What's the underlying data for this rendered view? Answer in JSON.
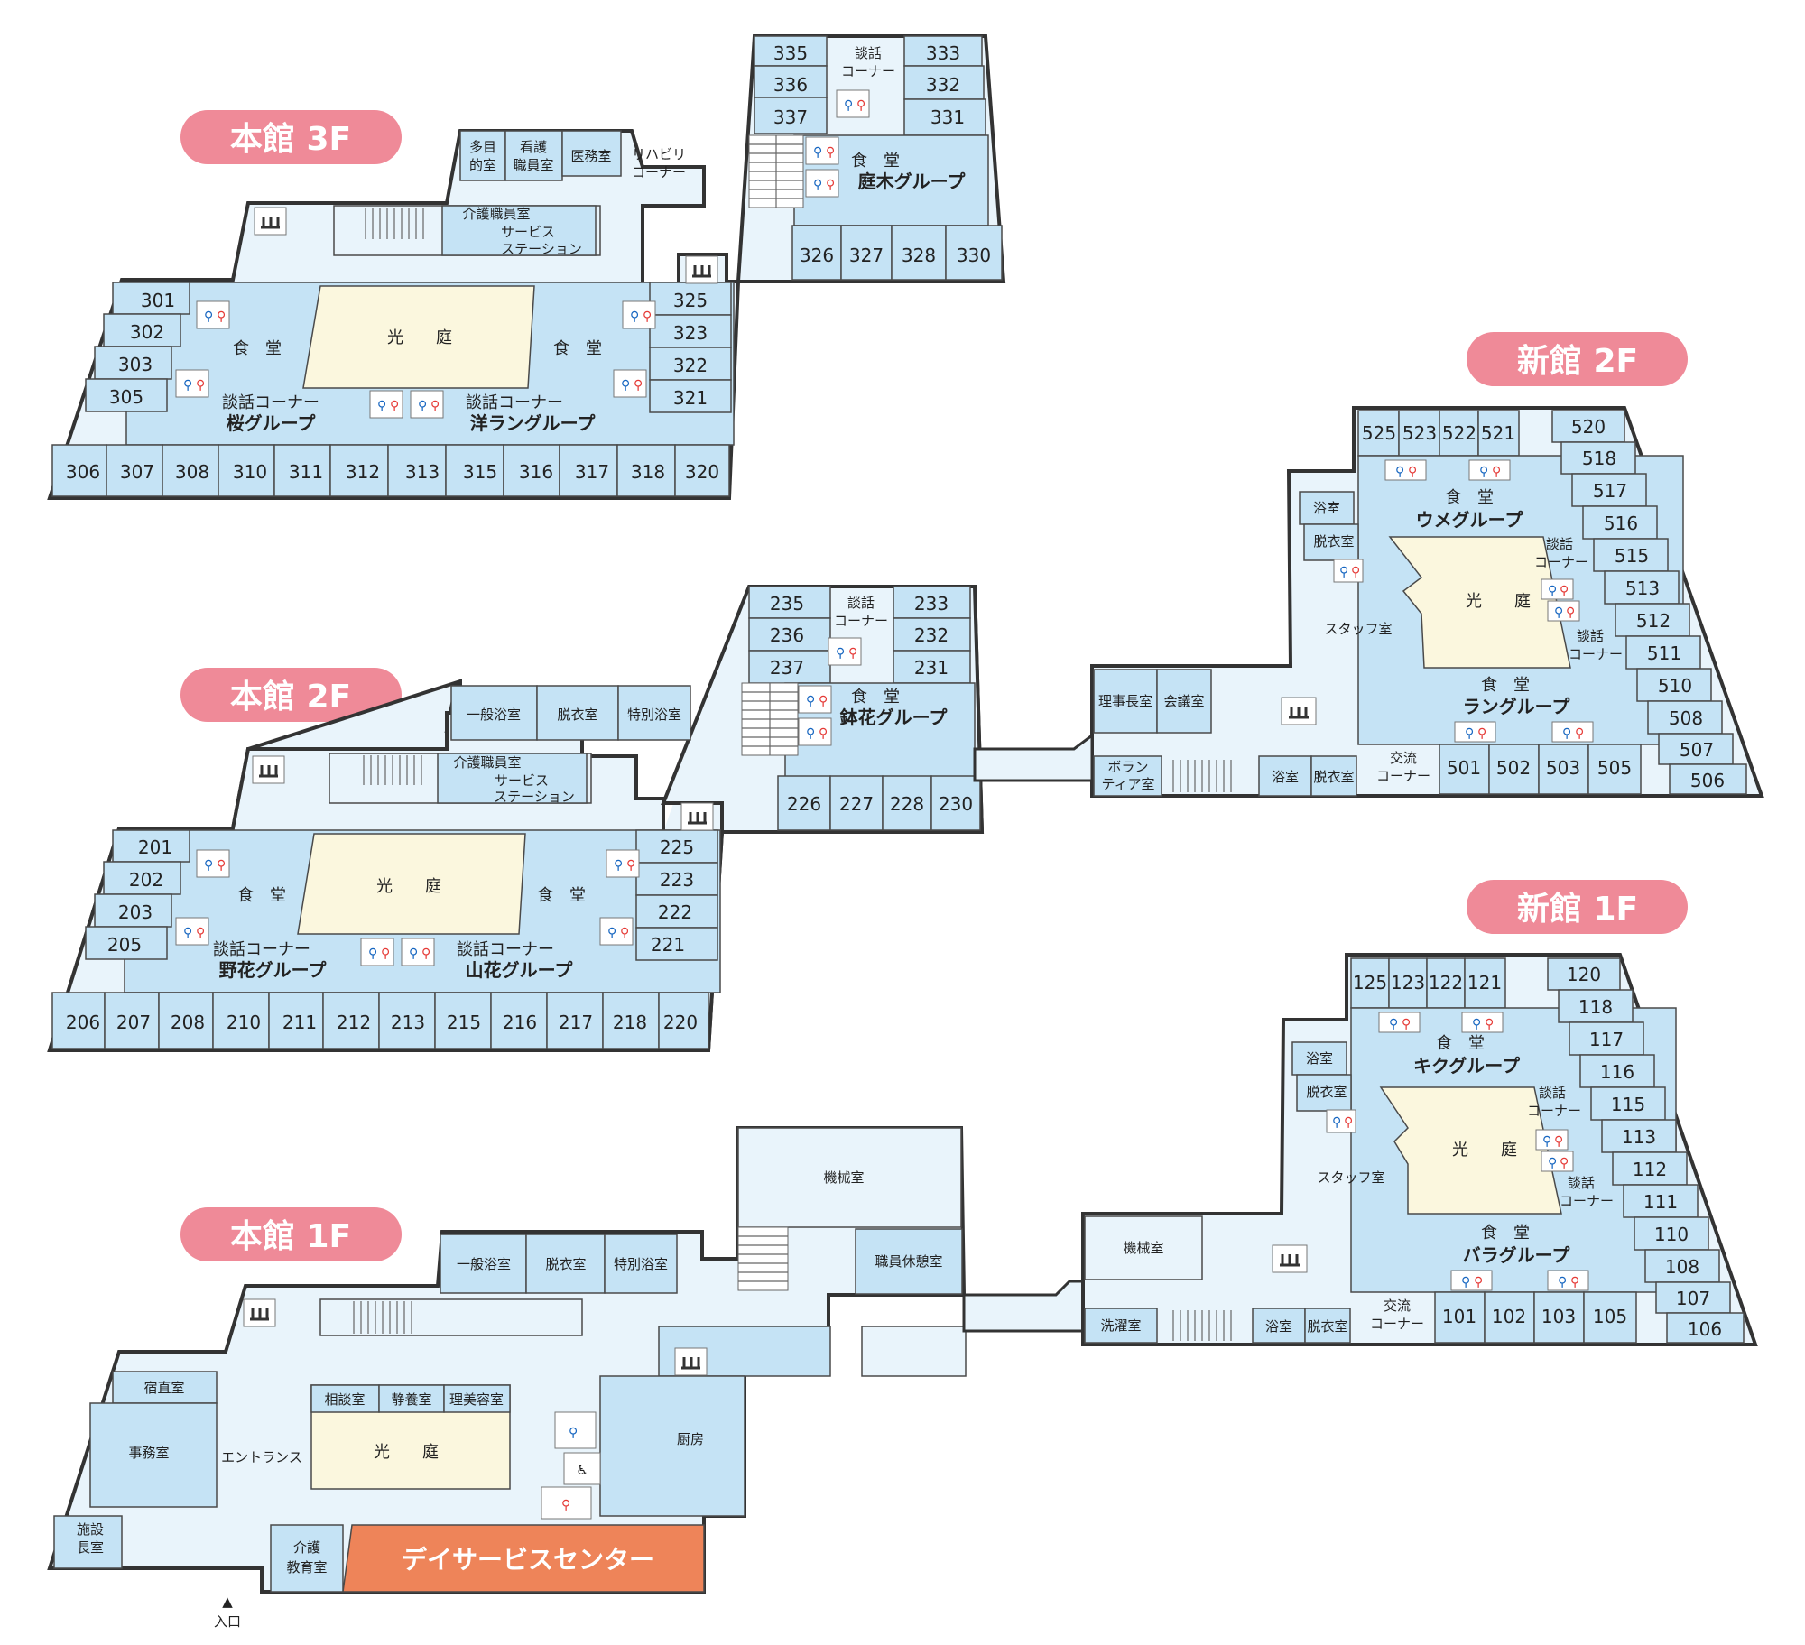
{
  "floors": {
    "honkan3f": "本館 3F",
    "honkan2f": "本館 2F",
    "honkan1f": "本館 1F",
    "shinkan2f": "新館 2F",
    "shinkan1f": "新館 1F"
  },
  "common": {
    "courtyard": "光　　庭",
    "dining": "食　堂",
    "talk_corner": "談話コーナー",
    "talk": "談話",
    "corner": "コーナー",
    "care_staff": "介護職員室",
    "service": "サービス",
    "station": "ステーション",
    "bath": "浴室",
    "dressing": "脱衣室",
    "staff_room": "スタッフ室",
    "exchange": "交流",
    "machine": "機械室",
    "general_bath": "一般浴室",
    "special_bath": "特別浴室",
    "male_icon": "⚲",
    "female_icon": "⚲"
  },
  "honkan3f": {
    "multi_1": "多目",
    "multi_2": "的室",
    "nurse_1": "看護",
    "nurse_2": "職員室",
    "medical": "医務室",
    "rehab_1": "リハビリ",
    "rehab_2": "コーナー",
    "group_left": "桜グループ",
    "group_right": "洋ラングループ",
    "group_top": "庭木グループ",
    "left_rooms": [
      "301",
      "302",
      "303",
      "305"
    ],
    "bottom_rooms": [
      "306",
      "307",
      "308",
      "310",
      "311",
      "312",
      "313",
      "315",
      "316",
      "317",
      "318",
      "320"
    ],
    "right_rooms": [
      "325",
      "323",
      "322",
      "321"
    ],
    "wing_left": [
      "335",
      "336",
      "337"
    ],
    "wing_right": [
      "333",
      "332",
      "331"
    ],
    "wing_bottom": [
      "326",
      "327",
      "328",
      "330"
    ]
  },
  "honkan2f": {
    "group_left": "野花グループ",
    "group_right": "山花グループ",
    "group_top": "鉢花グループ",
    "left_rooms": [
      "201",
      "202",
      "203",
      "205"
    ],
    "bottom_rooms": [
      "206",
      "207",
      "208",
      "210",
      "211",
      "212",
      "213",
      "215",
      "216",
      "217",
      "218",
      "220"
    ],
    "right_rooms": [
      "225",
      "223",
      "222",
      "221"
    ],
    "wing_left": [
      "235",
      "236",
      "237"
    ],
    "wing_right": [
      "233",
      "232",
      "231"
    ],
    "wing_bottom": [
      "226",
      "227",
      "228",
      "230"
    ]
  },
  "honkan1f": {
    "night": "宿直室",
    "office": "事務室",
    "director_1": "施設",
    "director_2": "長室",
    "entrance": "エントランス",
    "entry": "入口",
    "consult": "相談室",
    "rest": "静養室",
    "barber": "理美容室",
    "kitchen": "厨房",
    "edu_1": "介護",
    "edu_2": "教育室",
    "day_service": "デイサービスセンター",
    "staff_rest": "職員休憩室"
  },
  "shinkan2f": {
    "group_top": "ウメグループ",
    "group_bottom": "ラングループ",
    "director": "理事長室",
    "meeting": "会議室",
    "vol_1": "ボラン",
    "vol_2": "ティア室",
    "top_rooms": [
      "525",
      "523",
      "522",
      "521"
    ],
    "right_rooms": [
      "520",
      "518",
      "517",
      "516",
      "515",
      "513",
      "512",
      "511",
      "510",
      "508",
      "507",
      "506"
    ],
    "bottom_rooms": [
      "501",
      "502",
      "503",
      "505"
    ]
  },
  "shinkan1f": {
    "group_top": "キクグループ",
    "group_bottom": "バラグループ",
    "laundry": "洗濯室",
    "top_rooms": [
      "125",
      "123",
      "122",
      "121"
    ],
    "right_rooms": [
      "120",
      "118",
      "117",
      "116",
      "115",
      "113",
      "112",
      "111",
      "110",
      "108",
      "107",
      "106"
    ],
    "bottom_rooms": [
      "101",
      "102",
      "103",
      "105"
    ]
  },
  "colors": {
    "room": "#c5e3f5",
    "hall": "#e9f4fb",
    "courtyard": "#fbf7de",
    "label_pill": "#ef8a98",
    "day_service": "#ee8459"
  }
}
